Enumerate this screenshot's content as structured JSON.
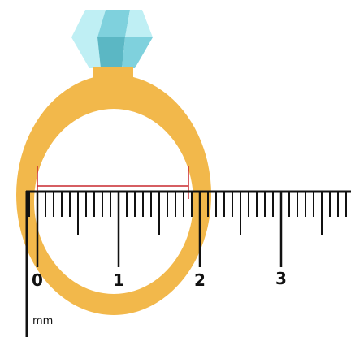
{
  "ruler": {
    "unit_label": "mm",
    "major_labels": [
      "0",
      "1",
      "2",
      "3"
    ],
    "minor_ticks_per_major": 10
  },
  "colors": {
    "ring_band": "#F2B84B",
    "gem_light": "#BFEFF4",
    "gem_mid": "#7FD1DD",
    "gem_dark": "#5BB7C4",
    "measure_line": "#C8282E",
    "ruler_ink": "#111111",
    "background": "#FFFFFF"
  },
  "icons": {
    "ring": "diamond-ring-icon",
    "ruler": "ruler"
  }
}
